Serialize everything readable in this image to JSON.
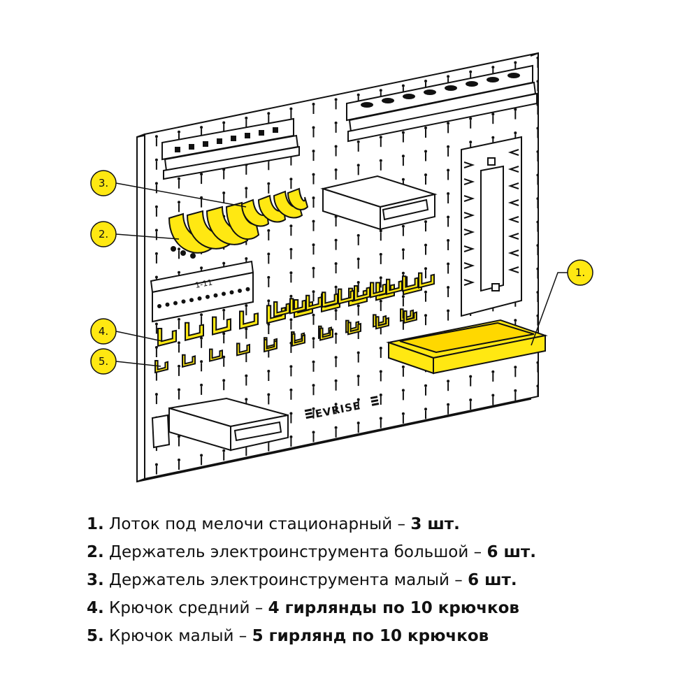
{
  "brand": {
    "name": "EVRISE",
    "logo_description": "board brand wordmark"
  },
  "accent_color": "#FFE812",
  "outline_color": "#111111",
  "callouts": [
    {
      "label": "1."
    },
    {
      "label": "2."
    },
    {
      "label": "3."
    },
    {
      "label": "4."
    },
    {
      "label": "5."
    }
  ],
  "legend": [
    {
      "num": "1.",
      "text": " Лоток под мелочи стационарный – ",
      "qty": "3 шт."
    },
    {
      "num": "2.",
      "text": " Держатель электроинструмента большой – ",
      "qty": "6 шт."
    },
    {
      "num": "3.",
      "text": " Держатель электроинструмента малый – ",
      "qty": "6 шт."
    },
    {
      "num": "4.",
      "text": " Крючок средний – ",
      "qty": "4 гирлянды по 10 крючков"
    },
    {
      "num": "5.",
      "text": " Крючок малый – ",
      "qty": "5 гирлянд по 10 крючков"
    }
  ],
  "bit_holder_label": "1-11"
}
